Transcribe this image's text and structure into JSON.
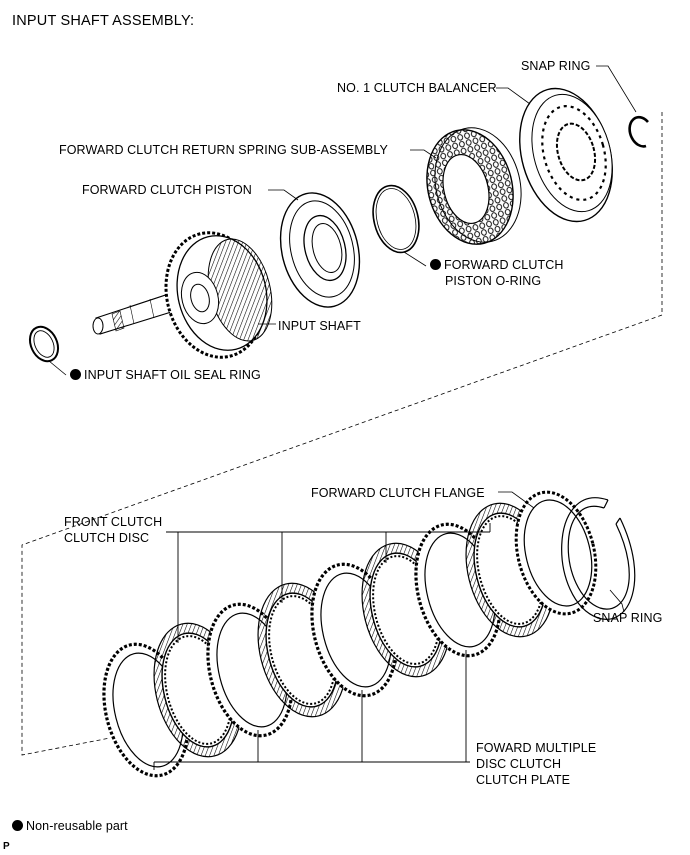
{
  "title": "INPUT SHAFT ASSEMBLY:",
  "labels": {
    "snap_ring_top": "SNAP RING",
    "clutch_balancer": "NO. 1 CLUTCH BALANCER",
    "return_spring": "FORWARD CLUTCH RETURN SPRING SUB-ASSEMBLY",
    "clutch_piston": "FORWARD CLUTCH PISTON",
    "piston_oring_line1": "FORWARD CLUTCH",
    "piston_oring_line2": "PISTON O-RING",
    "input_shaft": "INPUT SHAFT",
    "oil_seal_ring": "INPUT SHAFT OIL SEAL RING",
    "clutch_flange": "FORWARD CLUTCH FLANGE",
    "front_clutch_line1": "FRONT CLUTCH",
    "front_clutch_line2": "CLUTCH DISC",
    "snap_ring_bottom": "SNAP RING",
    "multi_disc_line1": "FOWARD MULTIPLE",
    "multi_disc_line2": "DISC CLUTCH",
    "multi_disc_line3": "CLUTCH PLATE"
  },
  "legend": {
    "non_reusable": "Non-reusable part"
  },
  "footer_code": "P"
}
